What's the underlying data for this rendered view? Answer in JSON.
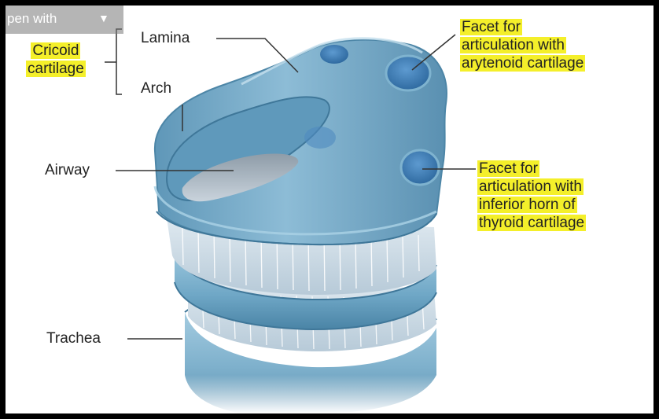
{
  "overlay": {
    "label": "pen with",
    "caret_icon": "chevron-down-icon"
  },
  "labels": {
    "cricoid_line1": "Cricoid",
    "cricoid_line2": "cartilage",
    "lamina": "Lamina",
    "arch": "Arch",
    "airway": "Airway",
    "trachea": "Trachea",
    "facet_arytenoid_line1": "Facet for",
    "facet_arytenoid_line2": "articulation with",
    "facet_arytenoid_line3": "arytenoid cartilage",
    "facet_thyroid_line1": "Facet for",
    "facet_thyroid_line2": "articulation with",
    "facet_thyroid_line3": "inferior horn of",
    "facet_thyroid_line4": "thyroid cartilage"
  },
  "colors": {
    "highlight": "#f4ef2a",
    "cartilage": "#7fb3cf",
    "cartilage_dark": "#4f8aab",
    "facet": "#3f7fb8",
    "frame": "#000000"
  }
}
